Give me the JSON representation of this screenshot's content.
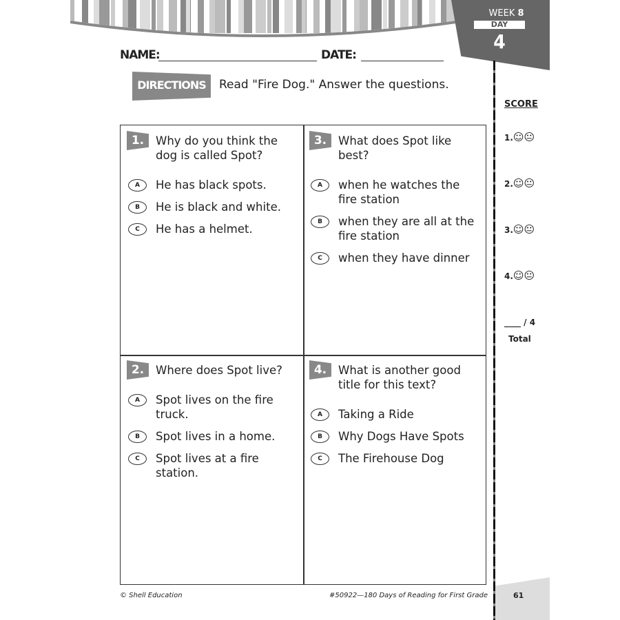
{
  "header": {
    "week_label": "WEEK",
    "week_number": "8",
    "day_label": "DAY",
    "day_number": "4"
  },
  "form": {
    "name_label": "NAME:",
    "date_label": "DATE:"
  },
  "directions": {
    "badge": "DIRECTIONS",
    "text": "Read \"Fire Dog.\"  Answer the questions."
  },
  "questions": [
    {
      "number": "1.",
      "text": "Why do you think the dog is called Spot?",
      "options": [
        {
          "letter": "A",
          "text": "He has black spots."
        },
        {
          "letter": "B",
          "text": "He is black and white."
        },
        {
          "letter": "C",
          "text": "He has a helmet."
        }
      ]
    },
    {
      "number": "2.",
      "text": "Where does Spot live?",
      "options": [
        {
          "letter": "A",
          "text": "Spot lives on the fire truck."
        },
        {
          "letter": "B",
          "text": "Spot lives in a home."
        },
        {
          "letter": "C",
          "text": "Spot lives at a fire station."
        }
      ]
    },
    {
      "number": "3.",
      "text": "What does Spot like best?",
      "options": [
        {
          "letter": "A",
          "text": "when he watches the fire station"
        },
        {
          "letter": "B",
          "text": "when they are all at the fire station"
        },
        {
          "letter": "C",
          "text": "when they have dinner"
        }
      ]
    },
    {
      "number": "4.",
      "text": "What is another good title for this text?",
      "options": [
        {
          "letter": "A",
          "text": "Taking a Ride"
        },
        {
          "letter": "B",
          "text": "Why Dogs Have Spots"
        },
        {
          "letter": "C",
          "text": "The Firehouse Dog"
        }
      ]
    }
  ],
  "score": {
    "title": "SCORE",
    "items": [
      "1.",
      "2.",
      "3.",
      "4."
    ],
    "faces": "☺😐",
    "total_blank": "____ / 4",
    "total_label": "Total"
  },
  "footer": {
    "left": "© Shell Education",
    "center": "#50922—180 Days of Reading for First Grade",
    "page": "61"
  }
}
